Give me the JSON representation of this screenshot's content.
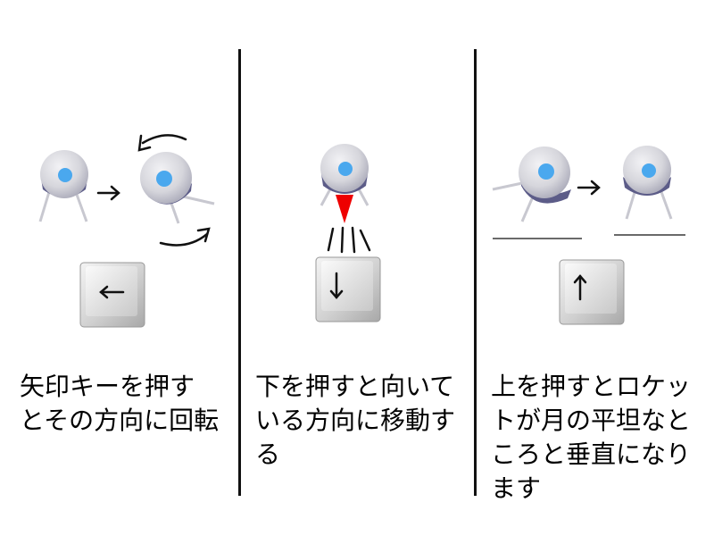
{
  "panels": [
    {
      "key": {
        "arrow": "left",
        "icon": "left-arrow-key-icon"
      },
      "caption": "矢印キーを押す\nとその方向に回転"
    },
    {
      "key": {
        "arrow": "down",
        "icon": "down-arrow-key-icon"
      },
      "caption": "下を押すと向いて\nいる方向に移動す\nる"
    },
    {
      "key": {
        "arrow": "up",
        "icon": "up-arrow-key-icon"
      },
      "caption": "上を押すとロケッ\nトが月の平坦なと\nころと垂直になり\nます"
    }
  ],
  "colors": {
    "rocket_body": "#d6d6dc",
    "rocket_window": "#4aa8ee",
    "rocket_base": "#5c5c88",
    "flame": "#ee0000",
    "ink": "#111111"
  }
}
